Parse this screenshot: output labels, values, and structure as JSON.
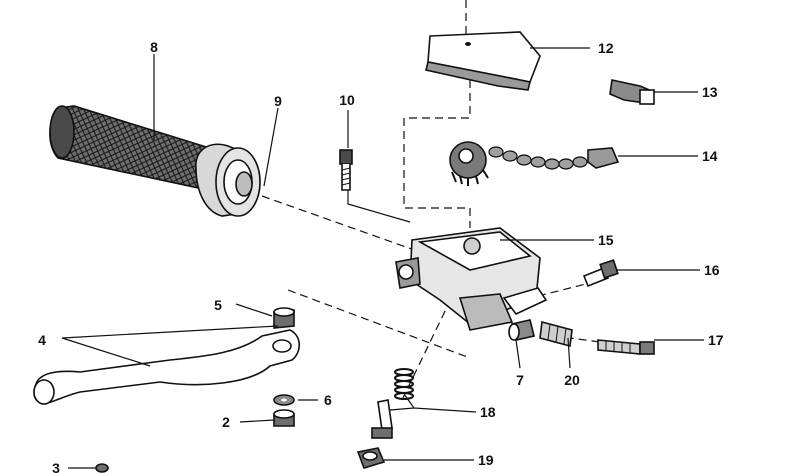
{
  "callouts": {
    "c2": "2",
    "c3": "3",
    "c4": "4",
    "c5": "5",
    "c6": "6",
    "c7": "7",
    "c8": "8",
    "c9": "9",
    "c10": "10",
    "c12": "12",
    "c13": "13",
    "c14": "14",
    "c15": "15",
    "c16": "16",
    "c17": "17",
    "c18": "18",
    "c19": "19",
    "c20": "20"
  },
  "colors": {
    "ink": "#111111",
    "paper": "#ffffff",
    "shade": "#6e6e6e"
  }
}
